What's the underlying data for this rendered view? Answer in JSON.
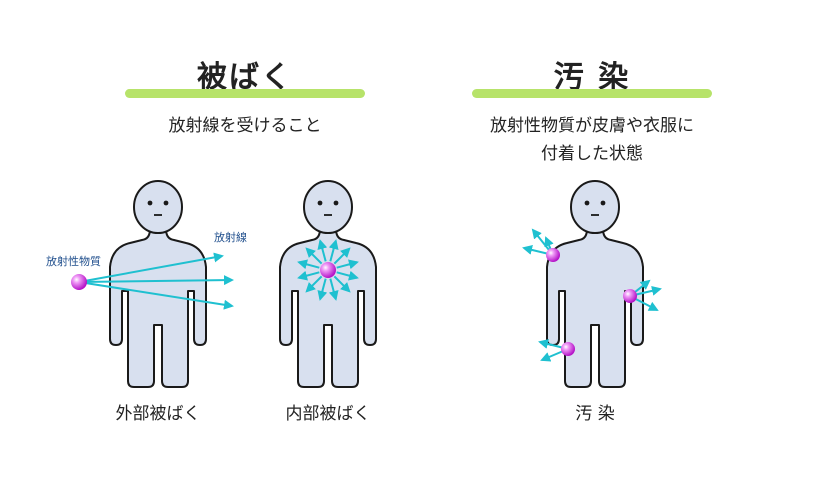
{
  "left_section": {
    "title": "被ばく",
    "description": "放射線を受けること"
  },
  "right_section": {
    "title": "汚 染",
    "description_line1": "放射性物質が皮膚や衣服に",
    "description_line2": "付着した状態"
  },
  "figures": {
    "external": {
      "caption": "外部被ばく",
      "source_label": "放射性物質",
      "ray_label": "放射線"
    },
    "internal": {
      "caption": "内部被ばく"
    },
    "contamination": {
      "caption": "汚 染"
    }
  },
  "colors": {
    "accent_bar": "#b7e36a",
    "body_fill": "#d8e0ef",
    "body_stroke": "#1a1a1a",
    "ray": "#1fc0d0",
    "particle": "#d23ee0",
    "label_text": "#1f4e8c"
  }
}
